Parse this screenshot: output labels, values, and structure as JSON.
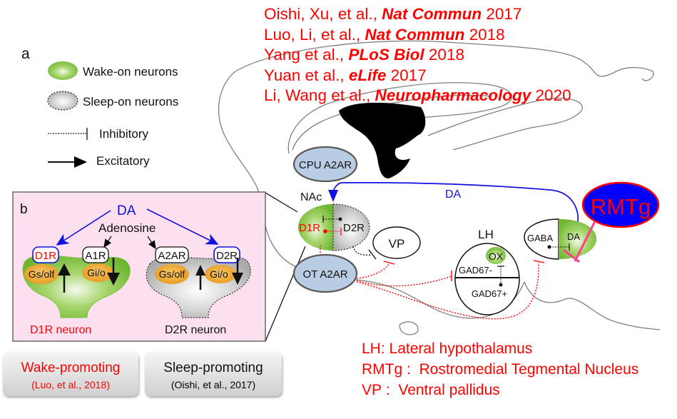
{
  "panel_labels": {
    "a": "a",
    "b": "b"
  },
  "legend": {
    "wake_on": "Wake-on neurons",
    "sleep_on": "Sleep-on neurons",
    "inhibitory": "Inhibitory",
    "excitatory": "Excitatory"
  },
  "references": [
    {
      "authors": "Oishi, Xu, et al., ",
      "journal": "Nat Commun",
      "year": " 2017"
    },
    {
      "authors": "Luo, Li, et al., ",
      "journal": "Nat Commun",
      "year": " 2018"
    },
    {
      "authors": "Yang et al., ",
      "journal": "PLoS Biol",
      "year": " 2018"
    },
    {
      "authors": "Yuan et al., ",
      "journal": "eLife",
      "year": " 2017"
    },
    {
      "authors": "Li, Wang et al., ",
      "journal": "Neuropharmacology",
      "year": " 2020"
    }
  ],
  "panel_b": {
    "da": "DA",
    "adenosine": "Adenosine",
    "d1r": "D1R",
    "a1r": "A1R",
    "a2ar": "A2AR",
    "d2r": "D2R",
    "gs_olf": "Gs/olf",
    "gi_o": "Gi/o",
    "d1r_neuron": "D1R neuron",
    "d2r_neuron": "D2R neuron"
  },
  "circuit": {
    "cpu_a2ar": "CPU A2AR",
    "nac": "NAc",
    "d1r": "D1R",
    "d2r": "D2R",
    "ot_a2ar": "OT A2AR",
    "vp": "VP",
    "lh": "LH",
    "ox": "OX",
    "gad67_minus": "GAD67-",
    "gad67_plus": "GAD67+",
    "gaba": "GABA",
    "da_vta": "DA",
    "da_pathway": "DA",
    "rmtg": "RMTg"
  },
  "abbreviations": [
    "LH: Lateral hypothalamus",
    "RMTg :  Rostromedial Tegmental Nucleus",
    "VP :  Ventral pallidus"
  ],
  "buttons": {
    "wake": {
      "label": "Wake-promoting",
      "citation": "(Luo, et al., 2018)"
    },
    "sleep": {
      "label": "Sleep-promoting",
      "citation": "(Oishi, et al., 2017)"
    }
  },
  "colors": {
    "wake_green": "#7cc242",
    "sleep_gray": "#bdbdbd",
    "panel_b_bg": "#fde0ef",
    "region_blue": "#b8cce4",
    "reference_red": "#ff0000",
    "da_blue": "#1010e0",
    "rmtg_fill": "#0000ff",
    "inhibit_pink": "#ff3d8b"
  }
}
